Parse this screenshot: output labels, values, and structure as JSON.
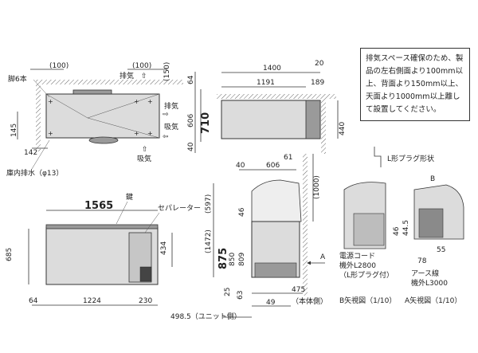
{
  "note": "排気スペース確保のため、製品の左右側面より100mm以上、背面より150mm以上、天面より1000mm以上離して設置してください。",
  "plug_label": "L形プラグ形状",
  "top_view": {
    "clear_left": "(100)",
    "clear_right": "(100)",
    "clear_top": "(150)",
    "dim_145": "145",
    "dim_142": "142",
    "dim_64": "64",
    "dim_606": "606",
    "dim_710": "710",
    "dim_40": "40",
    "screws": "脚6本",
    "exhaust_up": "排気",
    "exhaust_side": "排気",
    "intake_side": "吸気",
    "intake_bottom": "吸気",
    "drain": "庫内排水（φ13）"
  },
  "side_view": {
    "dim_1400": "1400",
    "dim_1191": "1191",
    "dim_20": "20",
    "dim_189": "189",
    "dim_440": "440"
  },
  "front_view": {
    "dim_1565": "1565",
    "dim_685": "685",
    "dim_434": "434",
    "dim_64": "64",
    "dim_1224": "1224",
    "dim_230": "230",
    "key": "鍵",
    "separator": "セパレーター"
  },
  "section_view": {
    "dim_40": "40",
    "dim_606": "606",
    "dim_61": "61",
    "dim_1000": "(1000)",
    "dim_597": "(597)",
    "dim_1472": "(1472)",
    "dim_875": "875",
    "dim_850": "850",
    "dim_809": "809",
    "dim_46": "46",
    "dim_25": "25",
    "dim_63": "63",
    "dim_475": "475",
    "dim_49": "49",
    "dim_4985": "498.5（ユニット側）",
    "body_side": "（本体側）",
    "arrow_a": "A"
  },
  "view_b": {
    "cord": "電源コード",
    "cord_len": "機外L2800",
    "cord_plug": "（L形プラグ付）",
    "caption": "B矢視図（1/10）"
  },
  "view_a": {
    "dim_46": "46",
    "dim_445": "44.5",
    "dim_55": "55",
    "dim_78": "78",
    "earth": "アース線",
    "earth_len": "機外L3000",
    "caption": "A矢視図（1/10）",
    "arrow_b": "B"
  }
}
